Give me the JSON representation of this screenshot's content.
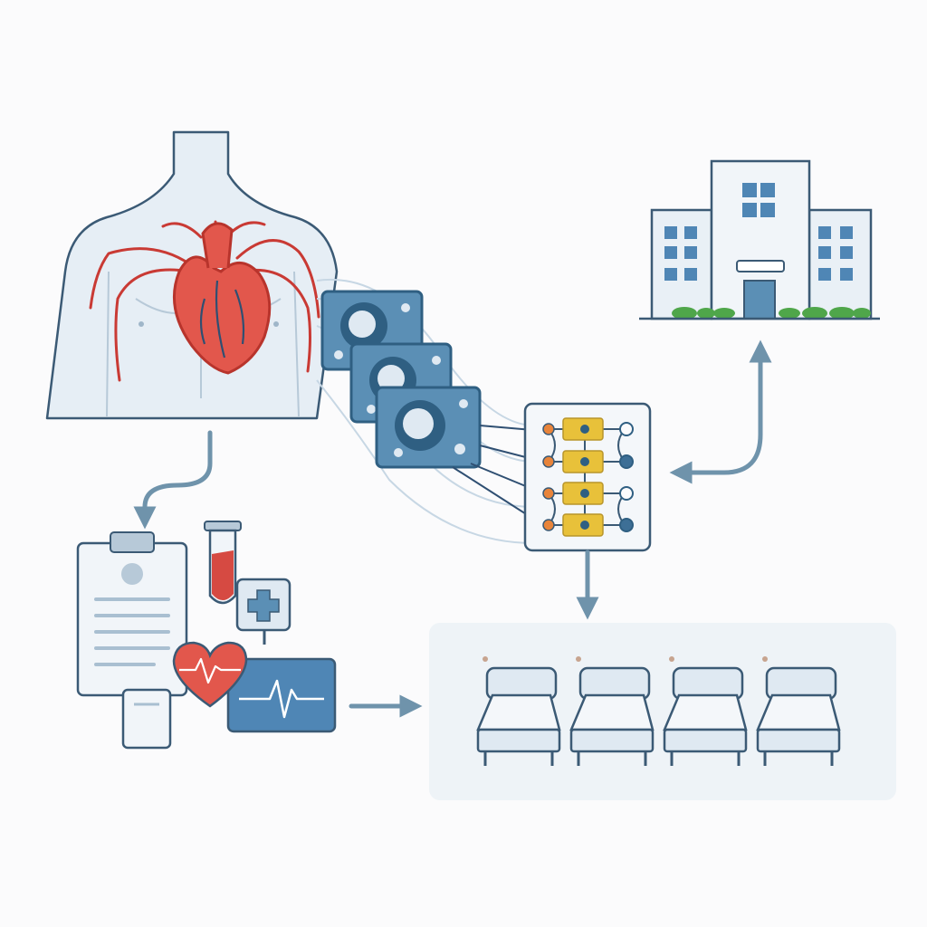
{
  "colors": {
    "outline": "#3b5a75",
    "body_fill": "#e6eef5",
    "heart": "#e2574c",
    "heart_dark": "#b8342c",
    "vessel": "#c93a34",
    "scan_fill": "#5b8fb5",
    "scan_dark": "#2f5f82",
    "arrow": "#6f93ab",
    "node_orange": "#e8843a",
    "node_yellow": "#e8c13a",
    "node_blue": "#3d6f96",
    "building": "#e9f0f6",
    "window": "#4f86b5",
    "bush": "#4fa64a",
    "ward_bg": "#eef3f7",
    "bed_fill": "#dfe9f2",
    "blood": "#d64a42",
    "monitor": "#4f86b5"
  },
  "nodes": [
    {
      "name": "patient-torso",
      "icon": "torso-icon",
      "label": ""
    },
    {
      "name": "heart",
      "icon": "heart-icon",
      "label": ""
    },
    {
      "name": "cardiac-scans",
      "icon": "scan-stack-icon",
      "label": ""
    },
    {
      "name": "neural-network",
      "icon": "network-icon",
      "label": ""
    },
    {
      "name": "hospital",
      "icon": "hospital-building-icon",
      "label": ""
    },
    {
      "name": "clinical-records",
      "icon": "clipboard-icon",
      "label": ""
    },
    {
      "name": "blood-test",
      "icon": "test-tube-icon",
      "label": ""
    },
    {
      "name": "medical-cross",
      "icon": "cross-icon",
      "label": ""
    },
    {
      "name": "heart-rate",
      "icon": "heartbeat-icon",
      "label": ""
    },
    {
      "name": "ecg-monitor",
      "icon": "ecg-monitor-icon",
      "label": ""
    },
    {
      "name": "hospital-ward",
      "icon": "bed-icon",
      "label": "",
      "bed_count": 4
    }
  ],
  "edges": [
    {
      "from": "patient-torso",
      "to": "clinical-records",
      "direction": "forward"
    },
    {
      "from": "cardiac-scans",
      "to": "neural-network",
      "direction": "forward"
    },
    {
      "from": "neural-network",
      "to": "hospital",
      "direction": "bidirectional"
    },
    {
      "from": "neural-network",
      "to": "hospital-ward",
      "direction": "forward"
    },
    {
      "from": "ecg-monitor",
      "to": "hospital-ward",
      "direction": "forward"
    }
  ]
}
